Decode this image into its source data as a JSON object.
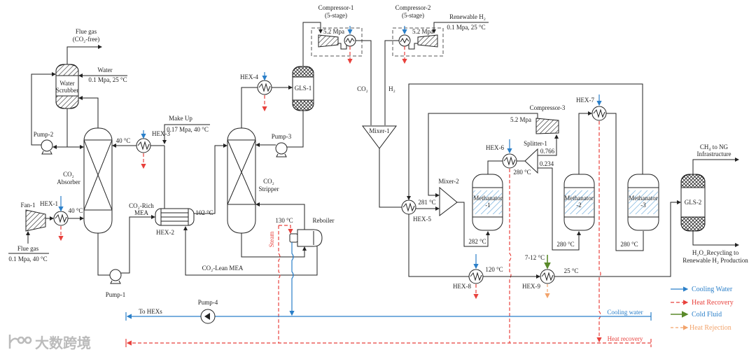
{
  "labels": {
    "flue_gas_out": "Flue gas",
    "flue_gas_out2": "(CO₂-free)",
    "water": "Water",
    "water_cond": "0.1 Mpa, 25 °C",
    "scrubber": "Water",
    "scrubber2": "Scrubber",
    "pump2": "Pump-2",
    "absorber": "CO₂",
    "absorber2": "Absorber",
    "hex1": "HEX-1",
    "t_hex1": "40 °C",
    "fan1": "Fan-1",
    "flue_gas_in": "Flue gas",
    "flue_gas_in_cond": "0.1 Mpa, 40 °C",
    "hex3": "HEX-3",
    "t_hex3": "40 °C",
    "makeup": "Make Up",
    "makeup_cond": "0.17 Mpa, 40 °C",
    "rich_mea": "CO₂-Rich",
    "rich_mea2": "MEA",
    "hex2": "HEX-2",
    "t_hex2": "102 °C",
    "pump1": "Pump-1",
    "lean_mea": "CO₂-Lean MEA",
    "stripper": "CO₂",
    "stripper2": "Stripper",
    "hex4": "HEX-4",
    "gls1": "GLS-1",
    "pump3": "Pump-3",
    "reboiler": "Reboiler",
    "t_reb": "130 °C",
    "steam": "Steam",
    "comp1": "Compressor-1",
    "comp1_stage": "(5-stage)",
    "comp1_p": "5.2 Mpa",
    "comp2": "Compressor-2",
    "comp2_stage": "(5-stage)",
    "comp2_p": "5.2 Mpa",
    "h2_in": "Renewable H₂",
    "h2_cond": "0.1 Mpa, 25 °C",
    "co2": "CO₂",
    "h2": "H₂",
    "mixer1": "Mixer-1",
    "mixer2": "Mixer-2",
    "hex5": "HEX-5",
    "t_hex5": "281 °C",
    "meth1": "Methanator",
    "meth1b": "-1",
    "meth2": "Methanator",
    "meth2b": "-2",
    "meth3": "Methanator",
    "meth3b": "-3",
    "comp3": "Compressor-3",
    "comp3_p": "5.2 Mpa",
    "splitter": "Splitter-1",
    "split_a": "0.766",
    "split_b": "0.234",
    "hex6": "HEX-6",
    "t_hex6": "280 °C",
    "hex7": "HEX-7",
    "t_m1": "282 °C",
    "t_m2": "280 °C",
    "t_m3": "280 °C",
    "gls2": "GLS-2",
    "ch4": "CH₄ to NG",
    "ch4b": "Infrastructure",
    "h2o": "H₂O_Recycling to",
    "h2ob": "Renewable H₂ Production",
    "hex8": "HEX-8",
    "t_hex8": "120 °C",
    "hex9": "HEX-9",
    "t_cold": "7-12 °C",
    "t_hex9": "25 °C",
    "pump4": "Pump-4",
    "to_hexs": "To HEXs",
    "cooling_water": "Cooling water",
    "heat_recovery": "Heat recovery"
  },
  "legend": [
    {
      "label": "Cooling Water",
      "style": "solid",
      "color": "#2a7fc9"
    },
    {
      "label": "Heat Recovery",
      "style": "dashed",
      "color": "#e8413c"
    },
    {
      "label": "Cold Fluid",
      "style": "solid",
      "color": "#5a8a2a"
    },
    {
      "label": "Heat Rejection",
      "style": "dashed",
      "color": "#f2a36b"
    }
  ],
  "watermark": "大数跨境"
}
